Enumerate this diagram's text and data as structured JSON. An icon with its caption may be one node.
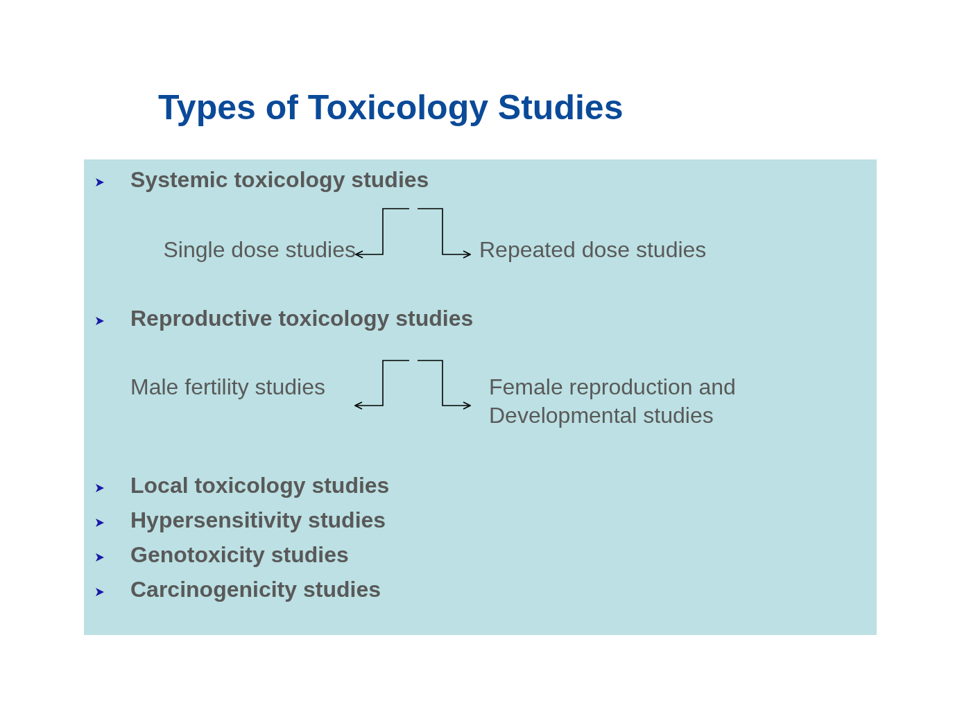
{
  "diagram": {
    "title": "Types of Toxicology Studies",
    "nodes": [
      {
        "text": [],
        "shape": "box"
      },
      {
        "text": [
          "Single dose studies"
        ],
        "in": 0
      },
      {
        "text": [
          "Repeated dose studies"
        ],
        "in": 0
      },
      {
        "text": [
          "Male fertility studies"
        ],
        "in": 0
      },
      {
        "text": [
          "Female reproduction and Developmental studies"
        ],
        "in": 0
      }
    ],
    "edges": [
      {
        "from": null,
        "to": 1,
        "arrow": "to"
      },
      {
        "from": null,
        "to": 2,
        "arrow": "to"
      },
      {
        "from": null,
        "to": 3,
        "arrow": "to"
      },
      {
        "from": null,
        "to": 4,
        "arrow": "to"
      }
    ],
    "labels": [
      "Systemic toxicology studies",
      "Reproductive toxicology studies",
      "Local toxicology studies",
      "Hypersensitivity studies",
      "Genotoxicity studies",
      "Carcinogenicity studies"
    ]
  }
}
